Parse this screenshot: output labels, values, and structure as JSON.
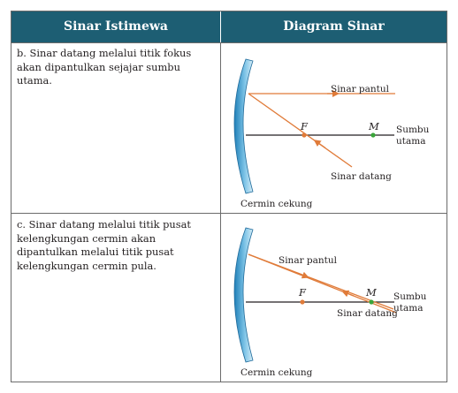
{
  "header": {
    "col1": "Sinar Istimewa",
    "col2": "Diagram Sinar"
  },
  "rows": [
    {
      "description": "b. Sinar datang melalui titik fokus akan dipantulkan sejajar sumbu utama.",
      "labels": {
        "reflected": "Sinar pantul",
        "incident": "Sinar datang",
        "focus": "F",
        "center": "M",
        "axis_line1": "Sumbu",
        "axis_line2": "utama",
        "mirror": "Cermin cekung"
      }
    },
    {
      "description": "c. Sinar datang melalui titik pusat kelengkungan cermin akan dipantulkan melalui titik pusat kelengkungan cermin pula.",
      "labels": {
        "reflected": "Sinar pantul",
        "incident": "Sinar datang",
        "focus": "F",
        "center": "M",
        "axis_line1": "Sumbu",
        "axis_line2": "utama",
        "mirror": "Cermin cekung"
      }
    }
  ],
  "colors": {
    "header_bg": "#1d5e73",
    "ray": "#e07b39",
    "focus_dot": "#e07b39",
    "center_dot": "#3aa53a",
    "mirror_light": "#d4ecf7",
    "mirror_dark": "#1f7fb8"
  }
}
